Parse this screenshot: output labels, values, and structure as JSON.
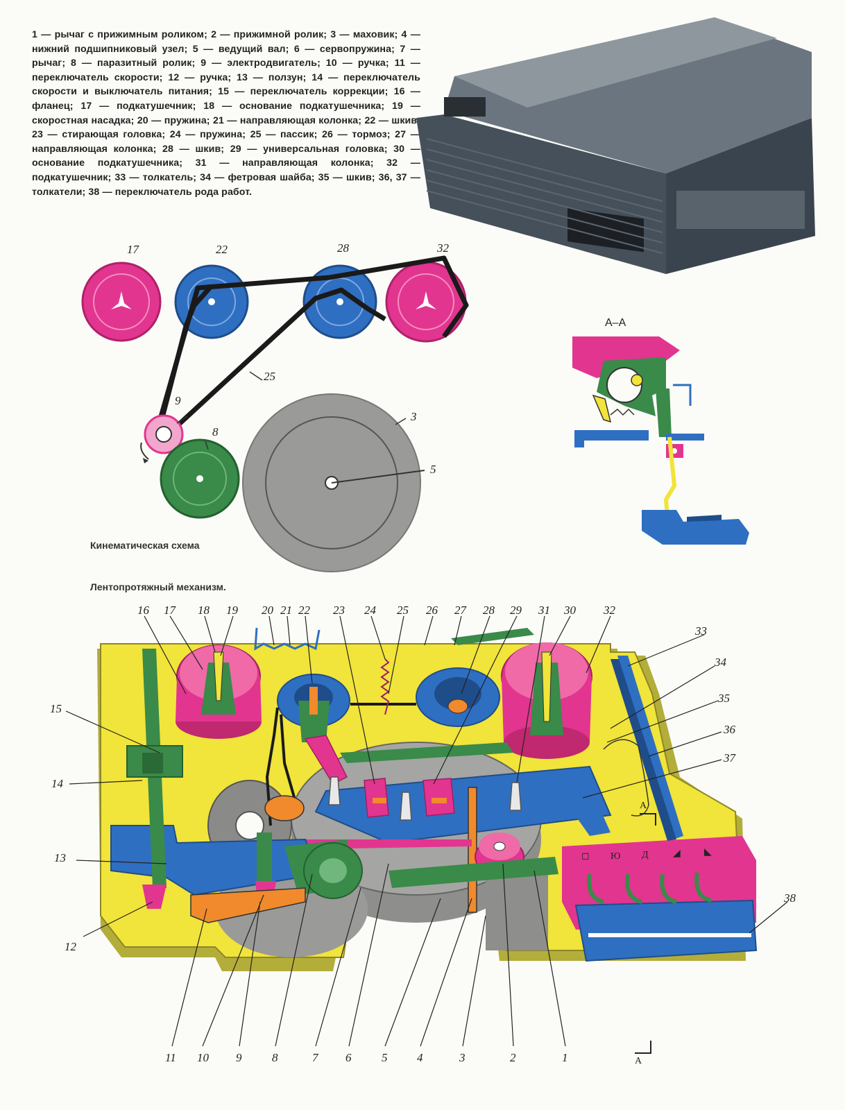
{
  "legend": "1 — рычаг с прижимным роликом; 2 — прижимной ролик; 3 — маховик; 4 — нижний подшипниковый узел; 5 — ведущий вал; 6 — сервопружина; 7 — рычаг; 8 — паразитный ролик; 9 — электродвигатель; 10 — ручка; 11 — переключатель скорости; 12 — ручка; 13 — ползун; 14 — переключатель скорости и выключатель питания; 15 — переключатель коррекции; 16 — фланец; 17 — подкатушечник; 18 — основание подкатушечника; 19 — скоростная насадка; 20 — пружина; 21 — направляющая колонка; 22 — шкив; 23 — стирающая головка; 24 — пружина; 25 — пассик; 26 — тормоз; 27 — направляющая колонка; 28 — шкив; 29 — универсальная головка; 30 — основание подкатушечника; 31 — направляющая колонка; 32 — подкатушечник; 33 — толкатель; 34 — фетровая шайба; 35 — шкив; 36, 37 — толкатели; 38 — переключатель рода работ.",
  "captions": {
    "kinematic": "Кинематическая схема",
    "mechanism": "Лентопротяжный механизм."
  },
  "section": {
    "title": "А–А",
    "marker": "А"
  },
  "kinematic_labels": [
    "17",
    "22",
    "28",
    "32",
    "25",
    "9",
    "8",
    "3",
    "5"
  ],
  "mechanism_labels_top": [
    "16",
    "17",
    "18",
    "19",
    "20",
    "21",
    "22",
    "23",
    "24",
    "25",
    "26",
    "27",
    "28",
    "29",
    "31",
    "30",
    "32"
  ],
  "mechanism_labels_right": [
    "33",
    "34",
    "35",
    "36",
    "37",
    "38"
  ],
  "mechanism_labels_left": [
    "15",
    "14",
    "13",
    "12"
  ],
  "mechanism_labels_bottom": [
    "11",
    "10",
    "9",
    "8",
    "7",
    "6",
    "5",
    "4",
    "3",
    "2",
    "1"
  ],
  "keys": [
    "◻",
    "Ю",
    "Д",
    "◢",
    "◣"
  ],
  "colors": {
    "magenta": "#e2358f",
    "blue": "#2f6fc2",
    "green": "#3a8a4a",
    "yellow": "#f1e43a",
    "gray": "#9a9a98",
    "olive": "#b3ad3a",
    "orange": "#f08a2c"
  }
}
